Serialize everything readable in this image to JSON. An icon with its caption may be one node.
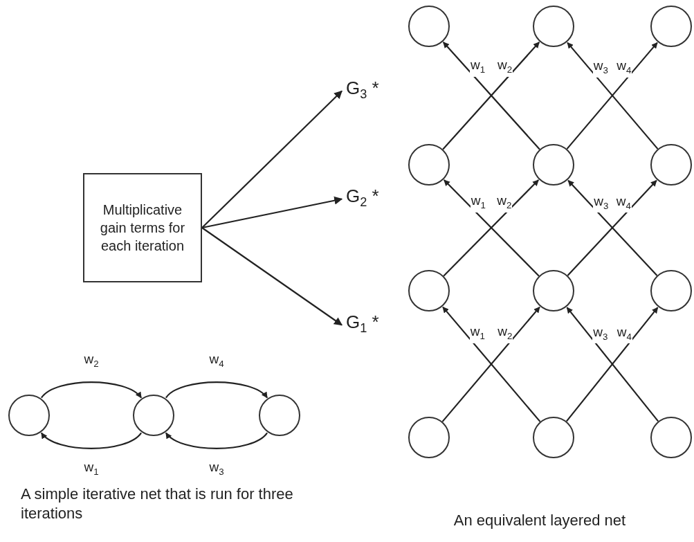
{
  "diagram": {
    "nodes": [
      {
        "text": [
          "Multiplicative gain terms for each iteration"
        ]
      },
      {
        "text": [
          "G$_{3}$ *"
        ]
      },
      {
        "text": [
          "G$_{2}$ *"
        ]
      },
      {
        "text": [
          "G$_{1}$ *"
        ]
      },
      {
        "text": [],
        "shape": "circle"
      },
      {
        "text": [],
        "shape": "circle"
      },
      {
        "text": [],
        "shape": "circle"
      },
      {
        "text": [],
        "shape": "circle"
      },
      {
        "text": [],
        "shape": "circle"
      },
      {
        "text": [],
        "shape": "circle"
      },
      {
        "text": [],
        "shape": "circle"
      },
      {
        "text": [],
        "shape": "circle"
      },
      {
        "text": [],
        "shape": "circle"
      },
      {
        "text": [],
        "shape": "circle"
      },
      {
        "text": [],
        "shape": "circle"
      },
      {
        "text": [],
        "shape": "circle"
      },
      {
        "text": [],
        "shape": "circle"
      },
      {
        "text": [],
        "shape": "circle"
      },
      {
        "text": [],
        "shape": "circle"
      }
    ],
    "edges": [
      {
        "from": 0,
        "to": 1,
        "arrow": "to"
      },
      {
        "from": 0,
        "to": 2,
        "arrow": "to"
      },
      {
        "from": 0,
        "to": 3,
        "arrow": "to"
      },
      {
        "from": 8,
        "to": 4,
        "label": "w$_{1}$",
        "arrow": "to"
      },
      {
        "from": 7,
        "to": 5,
        "label": "w$_{2}$",
        "arrow": "to"
      },
      {
        "from": 9,
        "to": 5,
        "label": "w$_{3}$",
        "arrow": "to"
      },
      {
        "from": 8,
        "to": 6,
        "label": "w$_{4}$",
        "arrow": "to"
      },
      {
        "from": 11,
        "to": 7,
        "label": "w$_{1}$",
        "arrow": "to"
      },
      {
        "from": 10,
        "to": 8,
        "label": "w$_{2}$",
        "arrow": "to"
      },
      {
        "from": 12,
        "to": 8,
        "label": "w$_{3}$",
        "arrow": "to"
      },
      {
        "from": 11,
        "to": 9,
        "label": "w$_{4}$",
        "arrow": "to"
      },
      {
        "from": 14,
        "to": 10,
        "label": "w$_{1}$",
        "arrow": "to"
      },
      {
        "from": 13,
        "to": 11,
        "label": "w$_{2}$",
        "arrow": "to"
      },
      {
        "from": 15,
        "to": 11,
        "label": "w$_{3}$",
        "arrow": "to"
      },
      {
        "from": 14,
        "to": 12,
        "label": "w$_{4}$",
        "arrow": "to"
      },
      {
        "from": 16,
        "to": 17,
        "label": "w$_{2}$",
        "arrow": "to"
      },
      {
        "from": 17,
        "to": 16,
        "label": "w$_{1}$",
        "arrow": "to"
      },
      {
        "from": 17,
        "to": 18,
        "label": "w$_{4}$",
        "arrow": "to"
      },
      {
        "from": 18,
        "to": 17,
        "label": "w$_{3}$",
        "arrow": "to"
      }
    ],
    "labels": [
      "A simple iterative net that is run for three iterations",
      "An equivalent layered net"
    ]
  }
}
